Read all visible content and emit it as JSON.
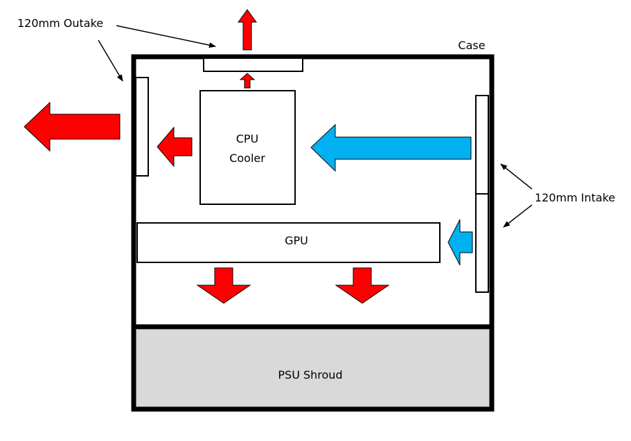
{
  "labels": {
    "case": "Case",
    "outtake": "120mm Outake",
    "intake": "120mm Intake",
    "cpu_line1": "CPU",
    "cpu_line2": "Cooler",
    "gpu": "GPU",
    "psu": "PSU Shroud"
  },
  "colors": {
    "exhaust": "#ff0000",
    "intake": "#00b0f0",
    "outline": "#000000",
    "shroud_fill": "#d9d9d9",
    "background": "#ffffff"
  },
  "icons": {
    "exhaust_arrow": "red-arrow-icon",
    "intake_arrow": "blue-arrow-icon",
    "pointer_arrow": "pointer-arrow-icon"
  }
}
